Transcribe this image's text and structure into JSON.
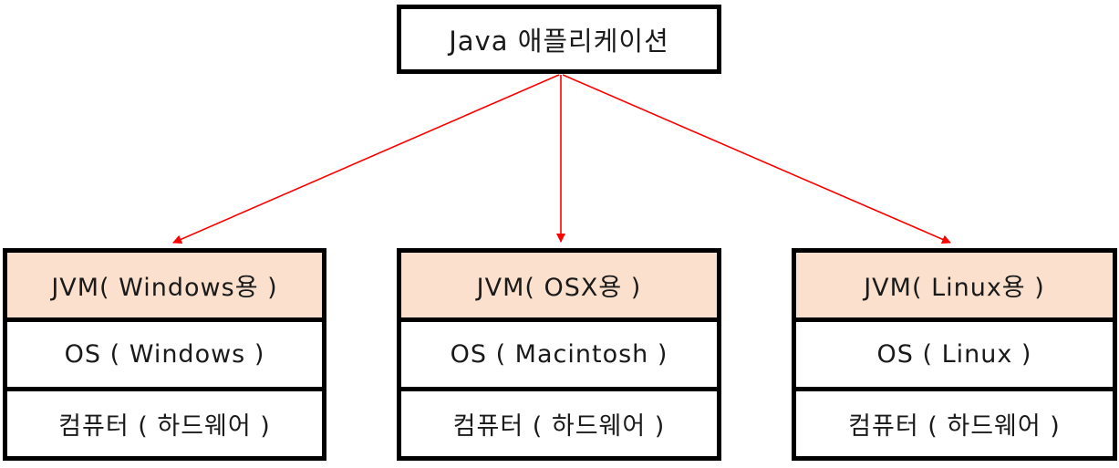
{
  "diagram": {
    "title_box": {
      "label": "Java 애플리케이션"
    },
    "stacks": [
      {
        "name": "windows",
        "jvm": "JVM( Windows용 )",
        "os": "OS ( Windows )",
        "hardware": "컴퓨터 ( 하드웨어 )"
      },
      {
        "name": "osx",
        "jvm": "JVM( OSX용 )",
        "os": "OS ( Macintosh )",
        "hardware": "컴퓨터 ( 하드웨어 )"
      },
      {
        "name": "linux",
        "jvm": "JVM( Linux용 )",
        "os": "OS ( Linux )",
        "hardware": "컴퓨터 ( 하드웨어 )"
      }
    ],
    "colors": {
      "jvm_fill": "#FAE0CD",
      "box_border": "#000000",
      "arrow": "#FF0000",
      "background": "#FFFFFF"
    }
  }
}
